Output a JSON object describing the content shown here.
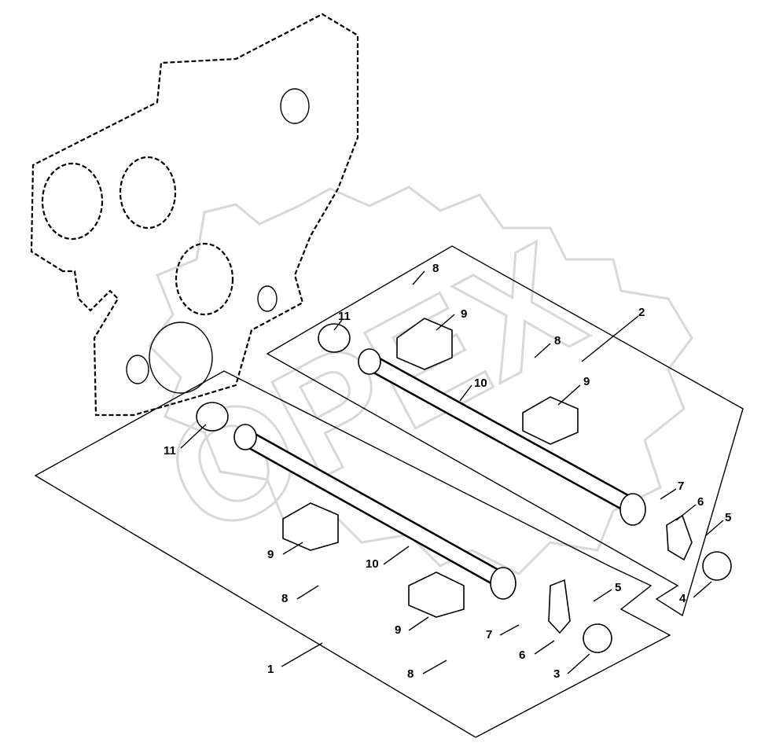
{
  "diagram": {
    "watermark": "OPEX",
    "callouts": [
      "8",
      "9",
      "11",
      "2",
      "8",
      "10",
      "9",
      "11",
      "7",
      "6",
      "5",
      "9",
      "10",
      "8",
      "5",
      "4",
      "9",
      "7",
      "6",
      "3",
      "8",
      "1"
    ],
    "colors": {
      "line": "#000000",
      "watermark": "#d8d8d8",
      "background": "#ffffff"
    }
  }
}
